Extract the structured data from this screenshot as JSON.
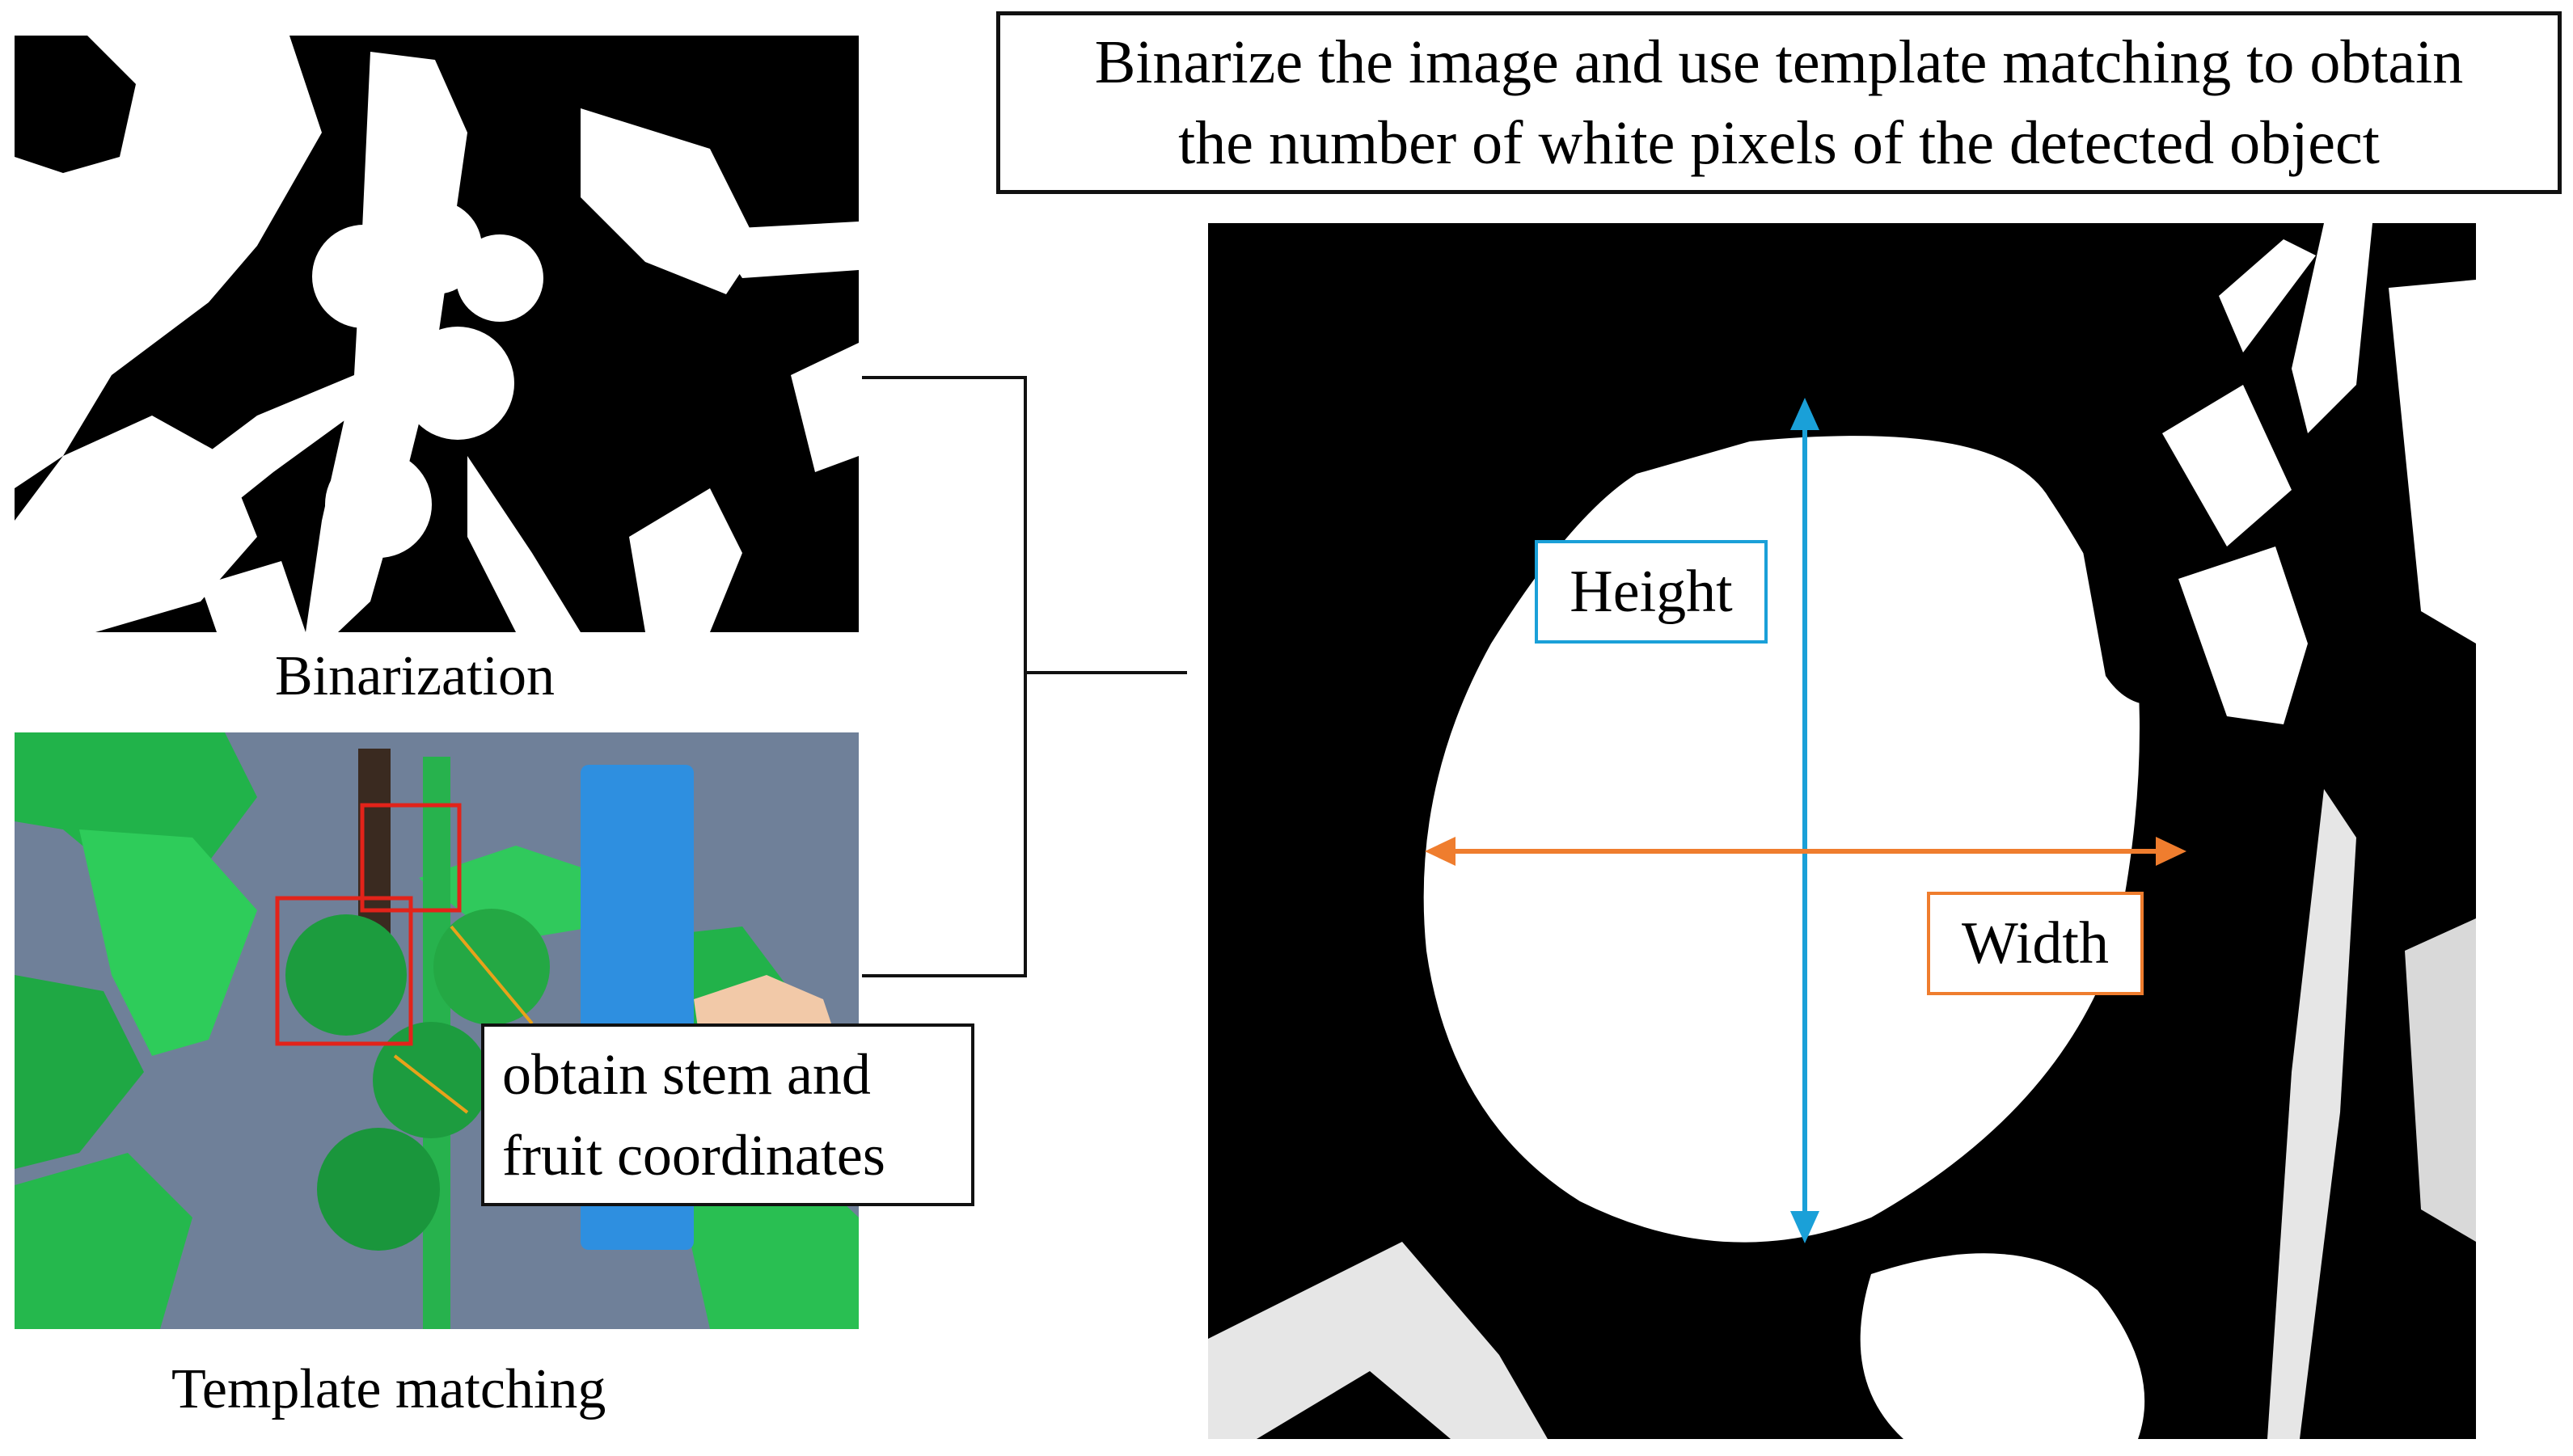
{
  "title": {
    "line1": "Binarize the image and use template matching to obtain",
    "line2": "the number of white pixels of the detected object"
  },
  "captions": {
    "binarization": "Binarization",
    "template_matching": "Template matching"
  },
  "callout": {
    "line1": "obtain stem and",
    "line2": "fruit coordinates"
  },
  "measure_labels": {
    "height": "Height",
    "width": "Width"
  },
  "colors": {
    "height_arrow": "#1aa0d8",
    "width_arrow": "#ef7d2e",
    "detection_box": "#e2231a",
    "connector": "#111111"
  }
}
